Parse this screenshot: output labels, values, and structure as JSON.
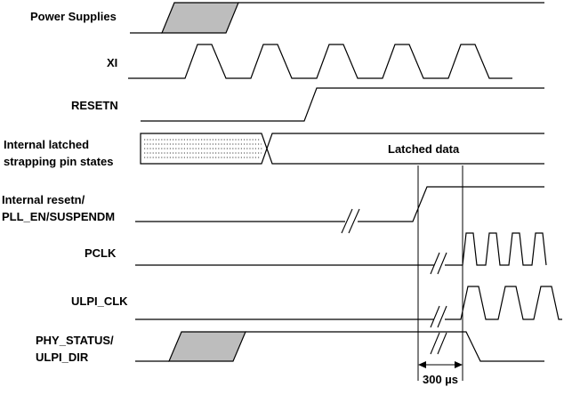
{
  "signals": [
    {
      "key": "power",
      "lines": [
        "Power Supplies"
      ]
    },
    {
      "key": "xi",
      "lines": [
        "XI"
      ]
    },
    {
      "key": "resetn",
      "lines": [
        "RESETN"
      ]
    },
    {
      "key": "strap",
      "lines": [
        "Internal latched",
        "strapping pin states"
      ]
    },
    {
      "key": "intreset",
      "lines": [
        "Internal resetn/",
        "PLL_EN/SUSPENDM"
      ]
    },
    {
      "key": "pclk",
      "lines": [
        "PCLK"
      ]
    },
    {
      "key": "ulpiclk",
      "lines": [
        "ULPI_CLK"
      ]
    },
    {
      "key": "phystatus",
      "lines": [
        "PHY_STATUS/",
        "ULPI_DIR"
      ]
    }
  ],
  "latched_label": "Latched data",
  "interval_label": "300 µs"
}
